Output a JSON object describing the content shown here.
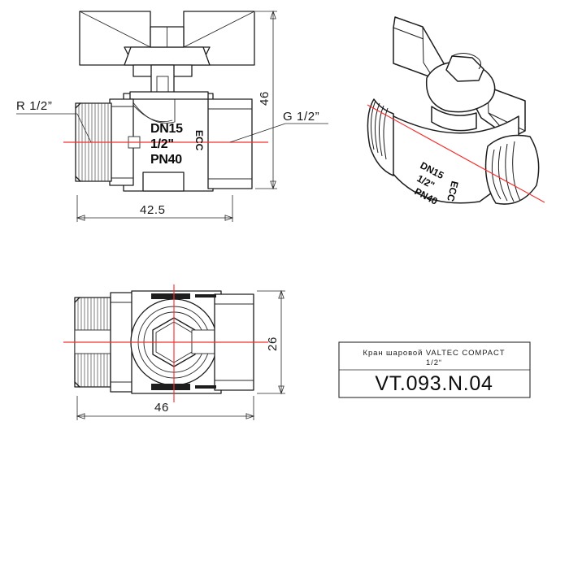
{
  "drawing": {
    "kind": "technical-drawing",
    "sheet_background": "#ffffff",
    "line_color": "#1d1d1d",
    "centerline_color": "#f4302f"
  },
  "front_view": {
    "leader_left_label": "R 1/2”",
    "leader_right_label": "G 1/2”",
    "height_dimension": "46",
    "length_dimension": "42.5",
    "body_marks": {
      "line1": "DN15",
      "line2": "1/2\"",
      "line3": "PN40",
      "vertical_mark": "ECC"
    }
  },
  "top_view": {
    "width_dimension": "46",
    "height_dimension": "26"
  },
  "iso_view": {
    "body_marks": {
      "line1": "DN15",
      "line2": "1/2\"",
      "line3": "PN40",
      "vertical_mark": "ECC"
    }
  },
  "title_block": {
    "description_line1": "Кран шаровой VALTEC COMPACT",
    "description_line2": "1/2“",
    "part_number": "VT.093.N.04"
  }
}
